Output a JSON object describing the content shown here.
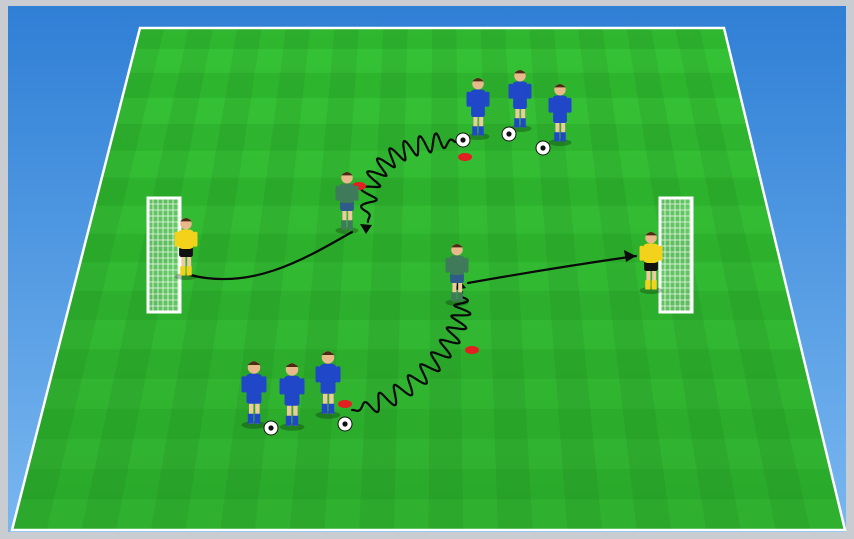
{
  "diagram": {
    "type": "soccer-drill",
    "colors": {
      "sky": "#2f7fd6",
      "sky_light": "#79b7f0",
      "frame": "#c9ccd1",
      "grass_dark": "#1f9a1f",
      "grass_light": "#35c235",
      "line": "#ffffff",
      "team_blue": "#2147c9",
      "goalkeeper_yellow": "#f2d21b",
      "bib_green": "#3f7a5a",
      "cone_red": "#e22020",
      "path": "#0a0a0a"
    },
    "elements": [
      "pitch",
      "left-goal",
      "right-goal",
      "left-goalkeeper",
      "right-goalkeeper",
      "top-queue-players",
      "bottom-queue-players",
      "top-defender",
      "bottom-defender",
      "dribble-paths",
      "shot-paths",
      "balls",
      "cones"
    ]
  }
}
